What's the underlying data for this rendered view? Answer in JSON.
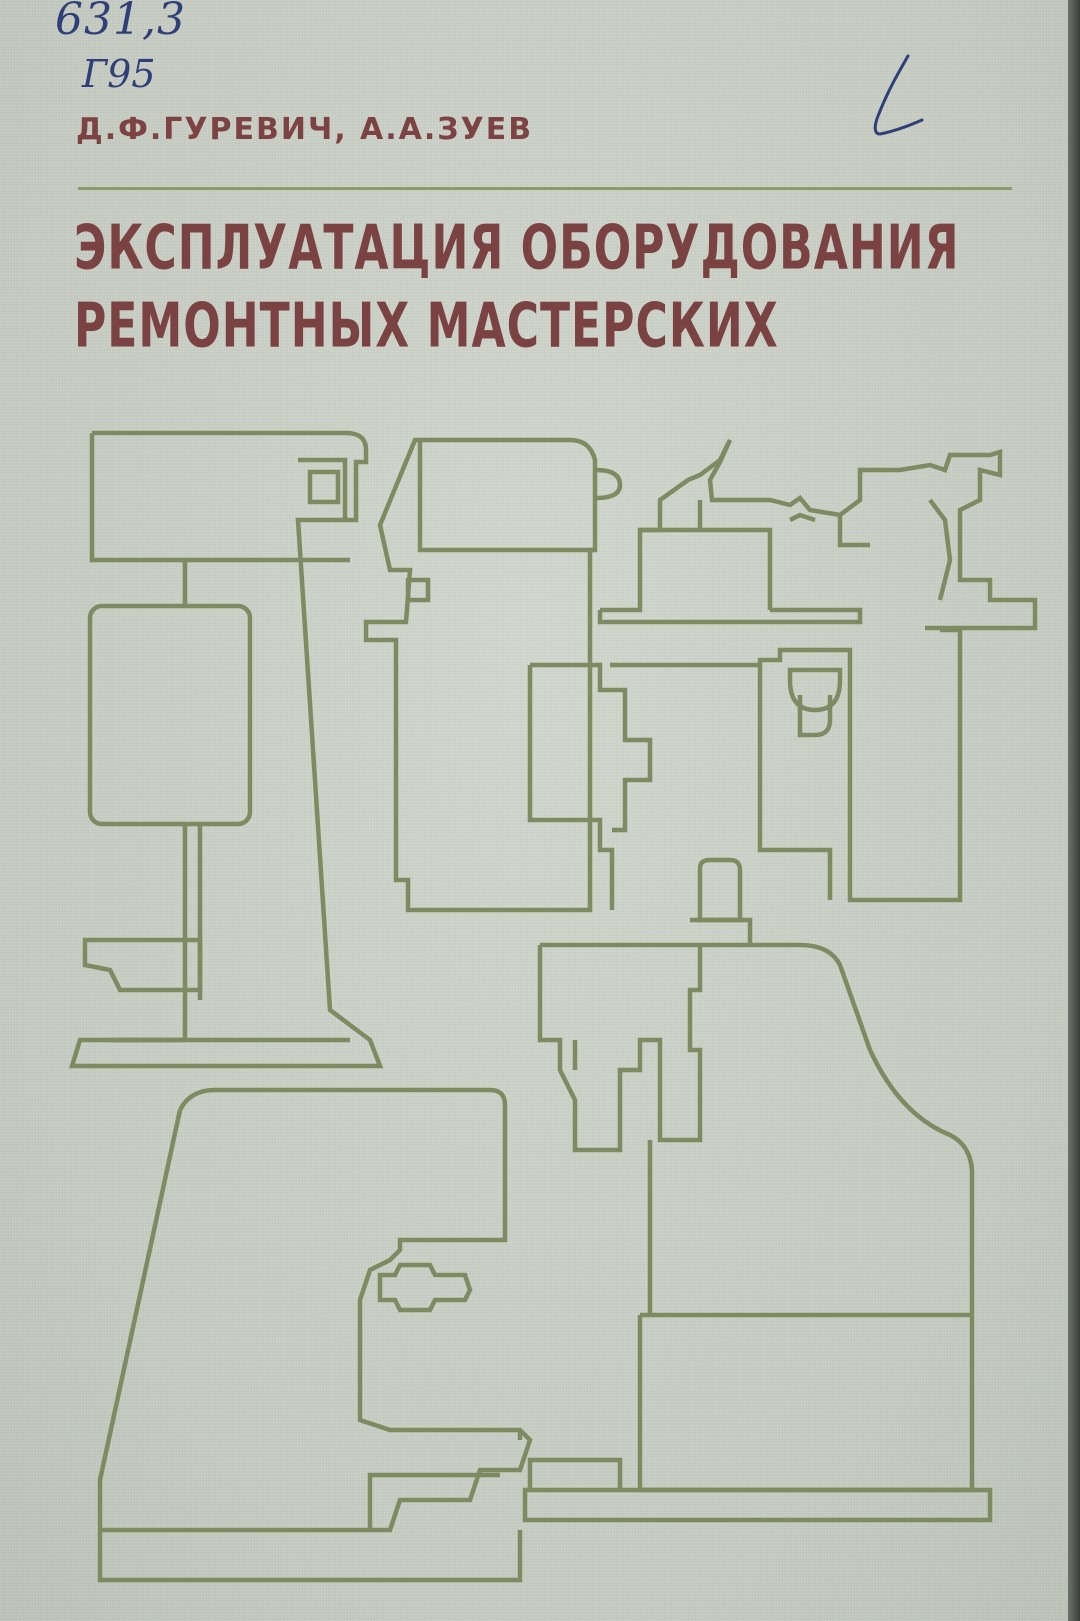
{
  "cover": {
    "call_number_line1": "631,3",
    "call_number_line2": "Г95",
    "copy_mark": "1",
    "authors": "Д.Ф.ГУРЕВИЧ, А.А.ЗУЕВ",
    "title_line1": "ЭКСПЛУАТАЦИЯ ОБОРУДОВАНИЯ",
    "title_line2": "РЕМОНТНЫХ МАСТЕРСКИХ"
  },
  "colors": {
    "background": "#c9cfc4",
    "text": "#7b4243",
    "line_art": "#7e8a62",
    "handwriting": "#2f3f78"
  }
}
